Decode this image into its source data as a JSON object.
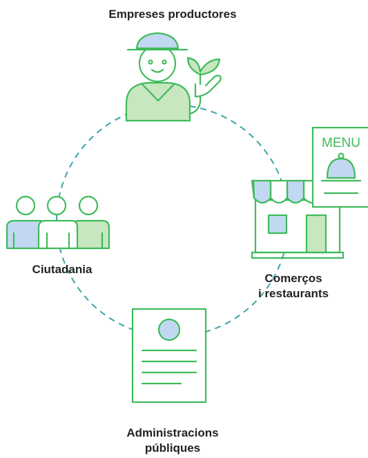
{
  "nodes": {
    "producers": {
      "label": "Empreses productores"
    },
    "shops": {
      "label_lines": [
        "Comerços",
        "i restaurants"
      ],
      "menu_text": "MENU"
    },
    "administrations": {
      "label_lines": [
        "Administracions",
        "públiques"
      ]
    },
    "citizens": {
      "label": "Ciutadania"
    }
  },
  "colors": {
    "outline": "#3dbb5a",
    "light_green": "#c8e6bf",
    "light_blue": "#c2d8f2",
    "cycle_dash": "#3aa3a8",
    "text": "#222222"
  }
}
